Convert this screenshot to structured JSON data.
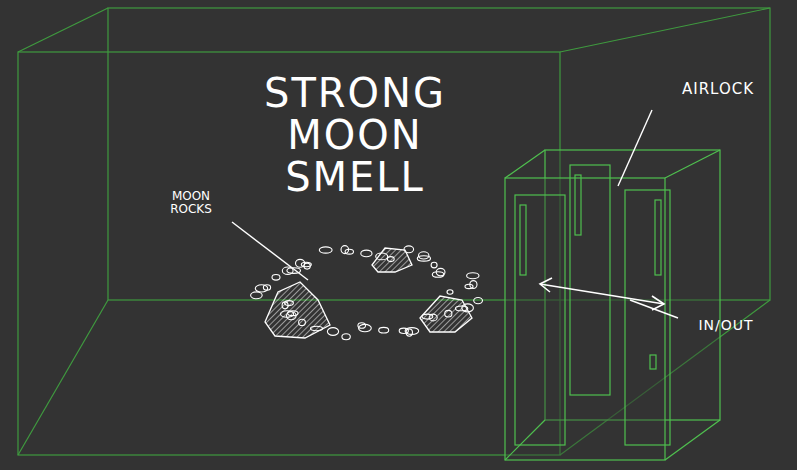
{
  "diagram": {
    "labels": [
      "STRONG MOON SMELL",
      "MOON ROCKS",
      "AIRLOCK",
      "IN/OUT"
    ]
  }
}
